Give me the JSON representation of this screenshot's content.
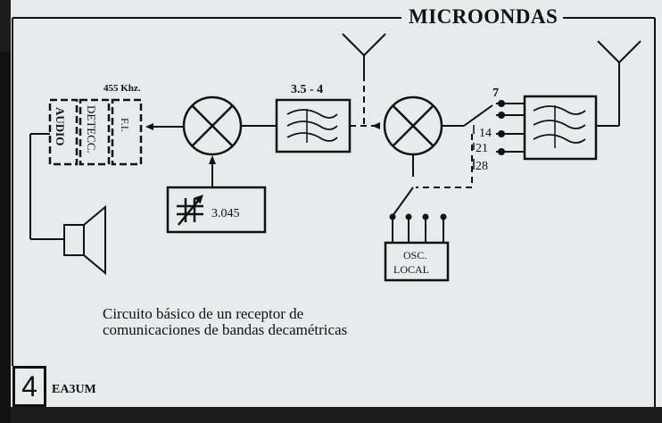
{
  "title": "MICROONDAS",
  "figure_number": "4",
  "author": "EA3UM",
  "caption": {
    "line1": "Circuito básico de un receptor de",
    "line2": "comunicaciones de bandas decamétricas"
  },
  "blocks": {
    "audio": "AUDIO",
    "detector": "DETECC.",
    "fi": "F.I.",
    "fi_frequency": "455 Khz.",
    "filter_range": "3.5 - 4",
    "vfo_frequency": "3.045",
    "osc_line1": "OSC.",
    "osc_line2": "LOCAL"
  },
  "bands": [
    "7",
    "14",
    "21",
    "28"
  ]
}
